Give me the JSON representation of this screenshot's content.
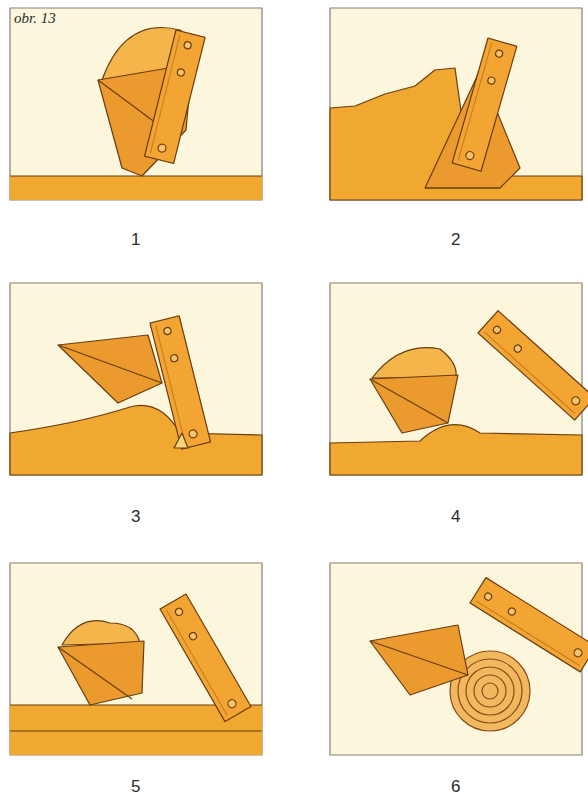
{
  "diagram": {
    "labels": [
      "obr. 13",
      "1",
      "2",
      "3",
      "4",
      "5",
      "6"
    ]
  }
}
